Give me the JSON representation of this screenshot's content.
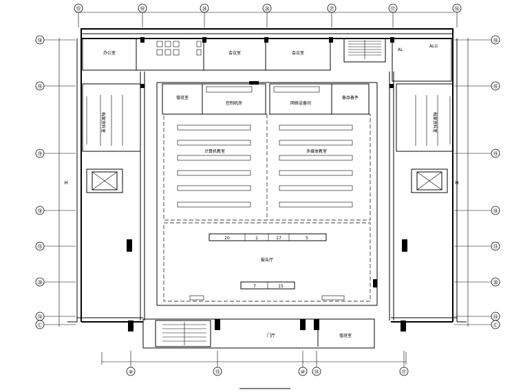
{
  "drawing": {
    "top_axes": [
      "⑮",
      "⑯",
      "㉔",
      "㉔",
      "㉗",
      "⑰",
      "⑯"
    ],
    "bottom_axes": [
      "⑩",
      "⑬",
      "⑩",
      "⑭",
      "⑰"
    ],
    "left_axes": [
      "⑱",
      "⑯",
      "⑲",
      "⑱",
      "⑬",
      "⑳",
      "⑭",
      "Ⓒ"
    ],
    "right_axes": [
      "⑱",
      "⑯",
      "⑲",
      "⑱",
      "⑬",
      "⑳",
      "⑭",
      "Ⓒ"
    ],
    "elevation_marks": [
      "H",
      "H"
    ]
  },
  "rooms": {
    "office_top_left": "办公室",
    "meeting_top": "会议室",
    "meeting_top_right": "会议室",
    "archive_left": "档案资料室",
    "archive_right": "档案资料室",
    "duty_room": "值班室",
    "control_room": "控制机房",
    "equipment_room": "网络设备间",
    "standby_room": "备品备件",
    "classroom_left": "计算机教室",
    "classroom_right": "多媒体教室",
    "lecture_hall": "报告厅",
    "lobby": "门厅",
    "bottom_room": "值班室",
    "panel_label": "ALG",
    "panel_label_2": "AL"
  },
  "stage": {
    "tag_a": "20",
    "tag_b": "1",
    "tag_c": "17",
    "tag_d": "5"
  },
  "counter": {
    "tag_a": "7",
    "tag_b": "15"
  }
}
